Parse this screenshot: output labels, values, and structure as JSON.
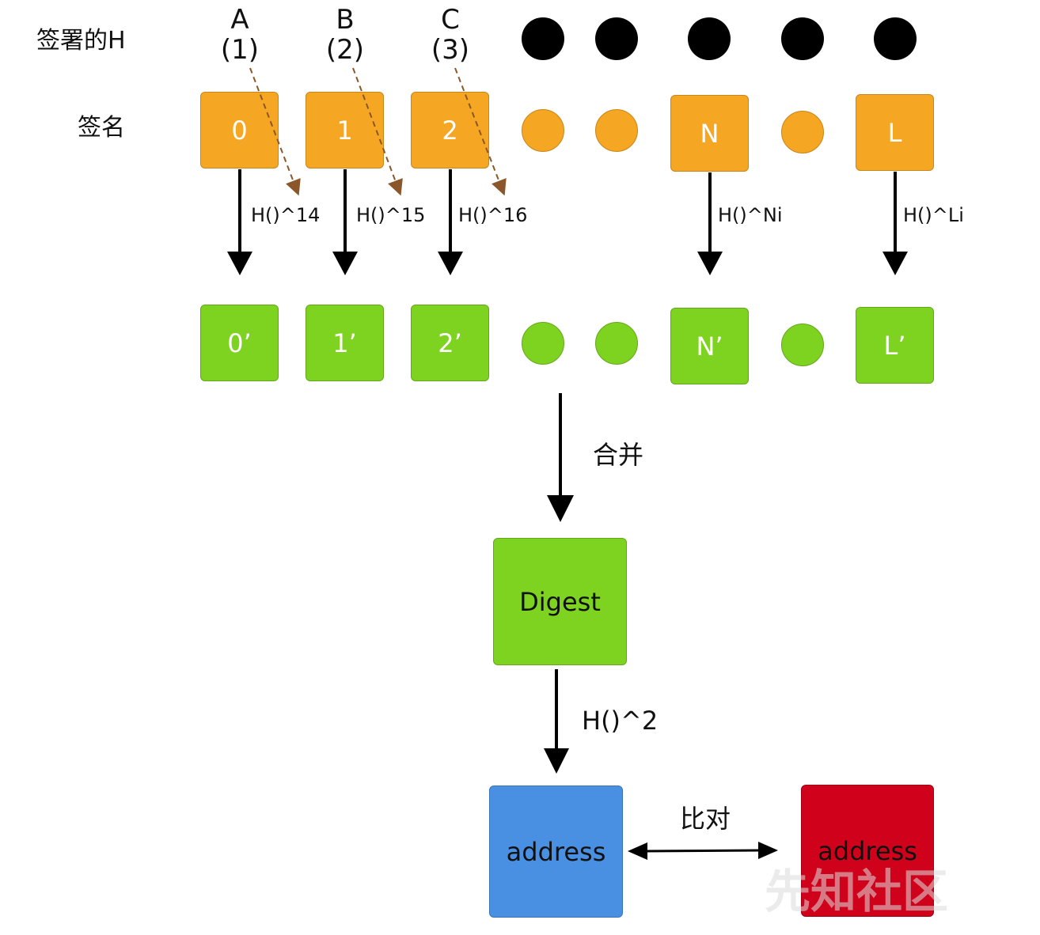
{
  "rows": {
    "hash_label": "签署的H",
    "sig_label": "签名"
  },
  "hashes": [
    {
      "letter": "A",
      "index": "(1)"
    },
    {
      "letter": "B",
      "index": "(2)"
    },
    {
      "letter": "C",
      "index": "(3)"
    }
  ],
  "signatures": [
    "0",
    "1",
    "2",
    "N",
    "L"
  ],
  "hashed": [
    "0’",
    "1’",
    "2’",
    "N’",
    "L’"
  ],
  "edges": {
    "e0": "H()^14",
    "e1": "H()^15",
    "e2": "H()^16",
    "eN": "H()^Ni",
    "eL": "H()^Li",
    "merge": "合并",
    "digest_to_address": "H()^2",
    "compare": "比对"
  },
  "nodes": {
    "digest": "Digest",
    "address_computed": "address",
    "address_target": "address"
  },
  "watermark": "先知社区",
  "colors": {
    "orange": "#F5A623",
    "green": "#7ED321",
    "blue": "#4A90E2",
    "red": "#D0021B",
    "dashed_arrow": "#8B572A"
  }
}
